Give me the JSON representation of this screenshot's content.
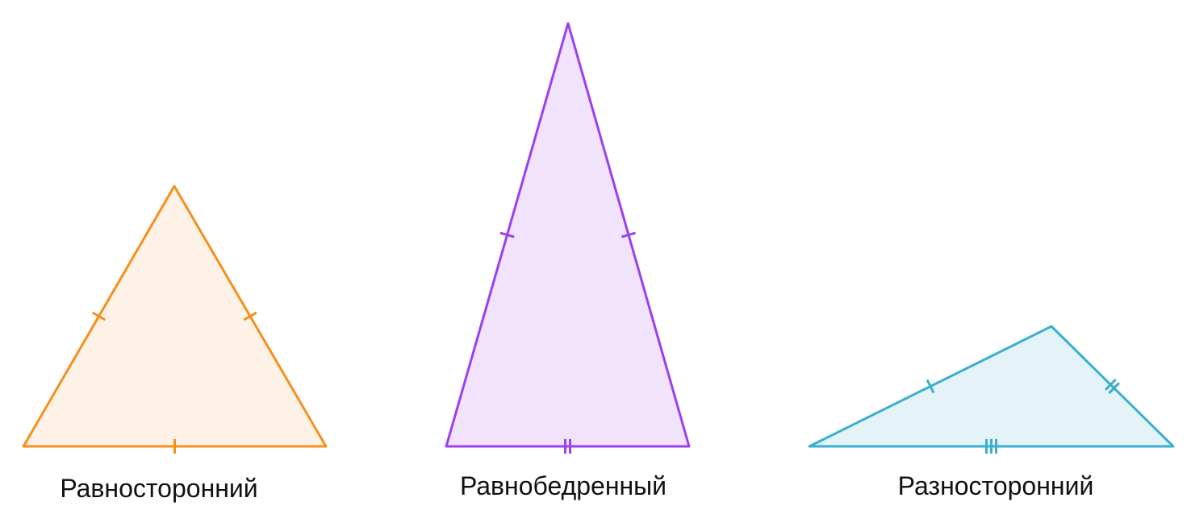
{
  "figures": [
    {
      "label": "Равносторонний",
      "stroke": "#F5901E",
      "fill": "#FEF2E6",
      "tick_counts": [
        1,
        1,
        1
      ]
    },
    {
      "label": "Равнобедренный",
      "stroke": "#9B40F0",
      "fill": "#F0E3FB",
      "tick_counts": [
        1,
        1,
        2
      ]
    },
    {
      "label": "Разносторонний",
      "stroke": "#3AAFCF",
      "fill": "#E3F3F8",
      "tick_counts": [
        1,
        2,
        3
      ]
    }
  ]
}
